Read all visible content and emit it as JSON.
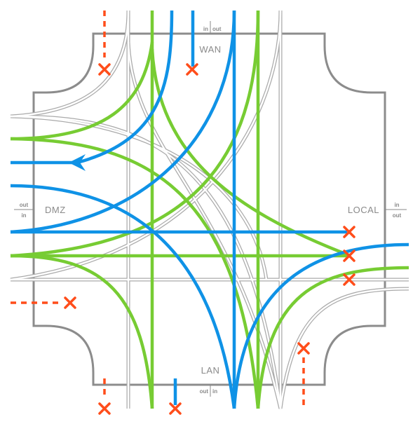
{
  "colors": {
    "border": "#8c8c8c",
    "allowed": "#77cc33",
    "traffic": "#0f92e6",
    "blocked": "#ff4d1a",
    "passthrough": "#aaaaaa",
    "label": "#8a8a8a"
  },
  "ports": {
    "wan": {
      "name": "WAN",
      "in": "in",
      "out": "out"
    },
    "dmz": {
      "name": "DMZ",
      "in": "in",
      "out": "out"
    },
    "local": {
      "name": "LOCAL",
      "in": "in",
      "out": "out"
    },
    "lan": {
      "name": "LAN",
      "in": "in",
      "out": "out"
    }
  },
  "legend_icons": [
    "cross-icon",
    "arrowhead-icon"
  ]
}
